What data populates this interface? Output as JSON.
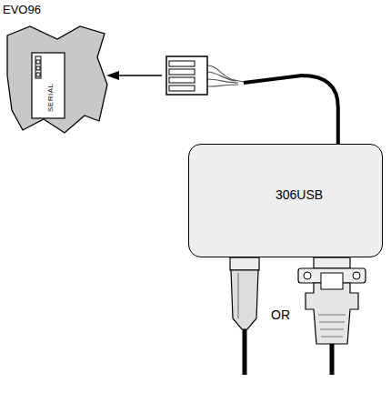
{
  "diagram": {
    "nodes": [
      {
        "text": [
          "EVO96",
          "SERIAL"
        ]
      },
      {
        "text": [
          "306USB"
        ]
      }
    ],
    "edges": [
      {
        "from": 1,
        "to": 0,
        "arrow": "to"
      }
    ],
    "labels": [
      "OR"
    ]
  }
}
